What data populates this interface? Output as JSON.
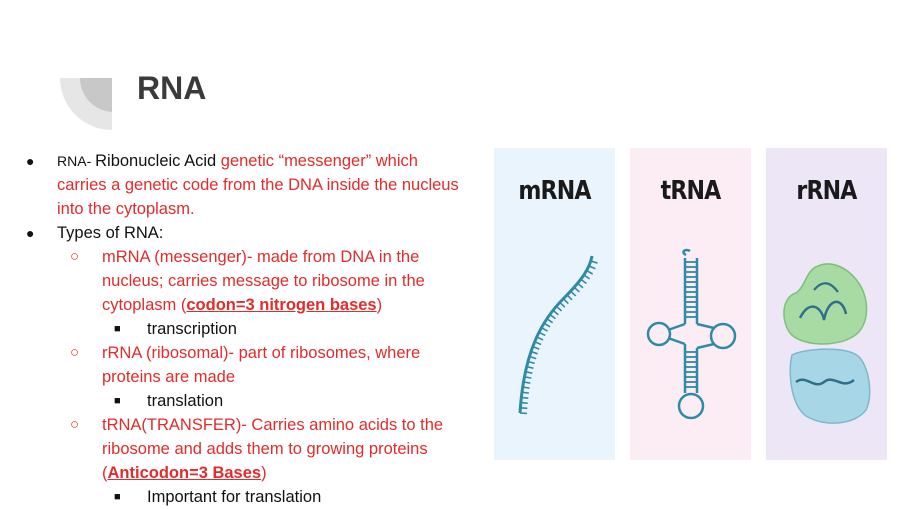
{
  "slide": {
    "title": "RNA",
    "bullets": {
      "b1_abbr": "RNA",
      "b1_dash": "- ",
      "b1_term": "Ribonucleic Acid ",
      "b1_desc_l1": "genetic “messenger” which",
      "b1_desc_l2": "carries a genetic code from the DNA inside the nucleus",
      "b1_desc_l3": "into the cytoplasm.",
      "b2": "Types of RNA:",
      "mrna_l1": "mRNA (messenger)- made from DNA in the",
      "mrna_l2": "nucleus; carries message to ribosome in the",
      "mrna_l3_pre": "cytoplasm (",
      "mrna_l3_bold": "codon=3 nitrogen bases",
      "mrna_l3_post": ")",
      "mrna_sub": "transcription",
      "rrna_l1": "rRNA (ribosomal)- part of ribosomes, where",
      "rrna_l2": "proteins are made",
      "rrna_sub": "translation",
      "trna_l1": "tRNA(TRANSFER)- Carries amino acids to the",
      "trna_l2": "ribosome and adds them to growing proteins",
      "trna_l3_pre": "(",
      "trna_l3_bold": "Anticodon=3 Bases",
      "trna_l3_post": ")",
      "trna_sub": "Important for translation"
    },
    "markers": {
      "bullet": "●",
      "circle": "○",
      "square": "■"
    }
  },
  "figure": {
    "panels": [
      {
        "label": "mRNA",
        "background": "#eaf4fc"
      },
      {
        "label": "tRNA",
        "background": "#fcedf4"
      },
      {
        "label": "rRNA",
        "background": "#ede6f7"
      }
    ],
    "colors": {
      "strand": "#2f8aa6",
      "green": "#a8dba4",
      "blue": "#a7d6e6",
      "text_red": "#e32b2b"
    }
  }
}
